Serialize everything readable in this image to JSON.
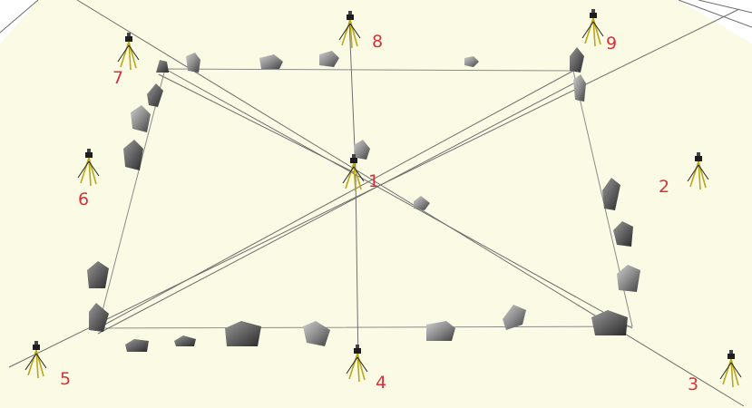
{
  "scene": {
    "ground_color": "#fbfbe5",
    "line_color": "#6e6e6e",
    "label_color": "#d8303c",
    "tripod_color": "#b8a818",
    "stone_color": "#7f7f7f"
  },
  "stations": [
    {
      "id": "station-1",
      "label": "1"
    },
    {
      "id": "station-2",
      "label": "2"
    },
    {
      "id": "station-3",
      "label": "3"
    },
    {
      "id": "station-4",
      "label": "4"
    },
    {
      "id": "station-5",
      "label": "5"
    },
    {
      "id": "station-6",
      "label": "6"
    },
    {
      "id": "station-7",
      "label": "7"
    },
    {
      "id": "station-8",
      "label": "8"
    },
    {
      "id": "station-9",
      "label": "9"
    }
  ]
}
